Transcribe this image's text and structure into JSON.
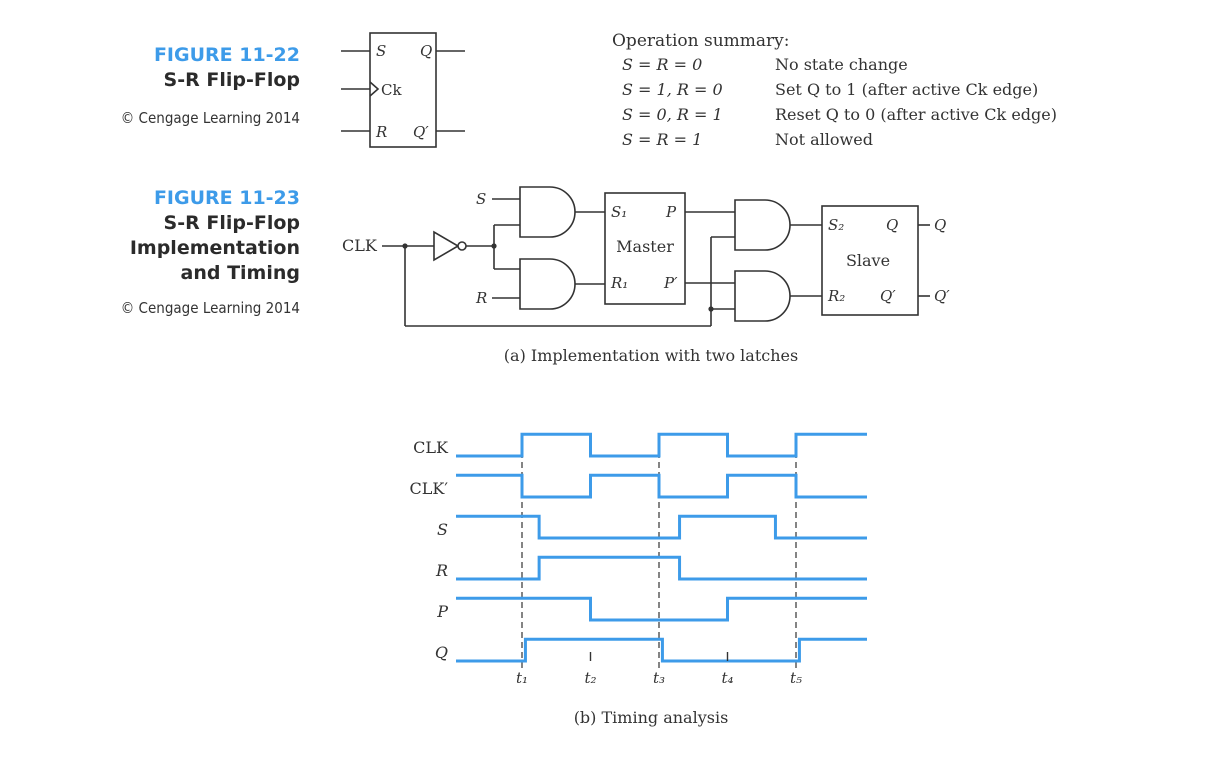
{
  "fig22": {
    "number": "FIGURE 11-22",
    "title": "S-R Flip-Flop",
    "copyright": "© Cengage Learning 2014",
    "symbol": {
      "s": "S",
      "q": "Q",
      "ck": "Ck",
      "r": "R",
      "qbar": "Q′"
    }
  },
  "summary": {
    "heading": "Operation summary:",
    "rows": [
      {
        "cond": "S = R = 0",
        "desc": "No state change"
      },
      {
        "cond": "S = 1, R = 0",
        "desc": "Set Q to 1 (after active Ck edge)"
      },
      {
        "cond": "S = 0, R = 1",
        "desc": "Reset Q to 0 (after active Ck edge)"
      },
      {
        "cond": "S = R = 1",
        "desc": "Not allowed"
      }
    ]
  },
  "fig23": {
    "number": "FIGURE 11-23",
    "title_lines": [
      "S-R Flip-Flop",
      "Implementation",
      "and Timing"
    ],
    "copyright": "© Cengage Learning 2014",
    "circuit": {
      "clk": "CLK",
      "s_in": "S",
      "r_in": "R",
      "master": {
        "name": "Master",
        "s1": "S₁",
        "r1": "R₁",
        "p": "P",
        "pbar": "P′"
      },
      "slave": {
        "name": "Slave",
        "s2": "S₂",
        "r2": "R₂",
        "q": "Q",
        "qbar": "Q′"
      },
      "out_q": "Q",
      "out_qbar": "Q′"
    },
    "caption_a": "(a) Implementation with two latches",
    "caption_b": "(b) Timing analysis",
    "timing": {
      "color": "#3d9be9",
      "time_labels": [
        "t₁",
        "t₂",
        "t₃",
        "t₄",
        "t₅"
      ],
      "signals": [
        {
          "name": "CLK",
          "initial": 0,
          "transitions": [
            1,
            2,
            3,
            4,
            5
          ]
        },
        {
          "name": "CLK′",
          "initial": 1,
          "transitions": [
            1,
            2,
            3,
            4,
            5
          ]
        },
        {
          "name": "S",
          "initial": 1,
          "transitions": [
            1.25,
            3.3,
            4.7
          ]
        },
        {
          "name": "R",
          "initial": 0,
          "transitions": [
            1.25,
            3.3
          ]
        },
        {
          "name": "P",
          "initial": 1,
          "transitions": [
            2,
            4
          ]
        },
        {
          "name": "Q",
          "initial": 0,
          "transitions": [
            1.05,
            3.05,
            5.05
          ]
        }
      ]
    }
  }
}
